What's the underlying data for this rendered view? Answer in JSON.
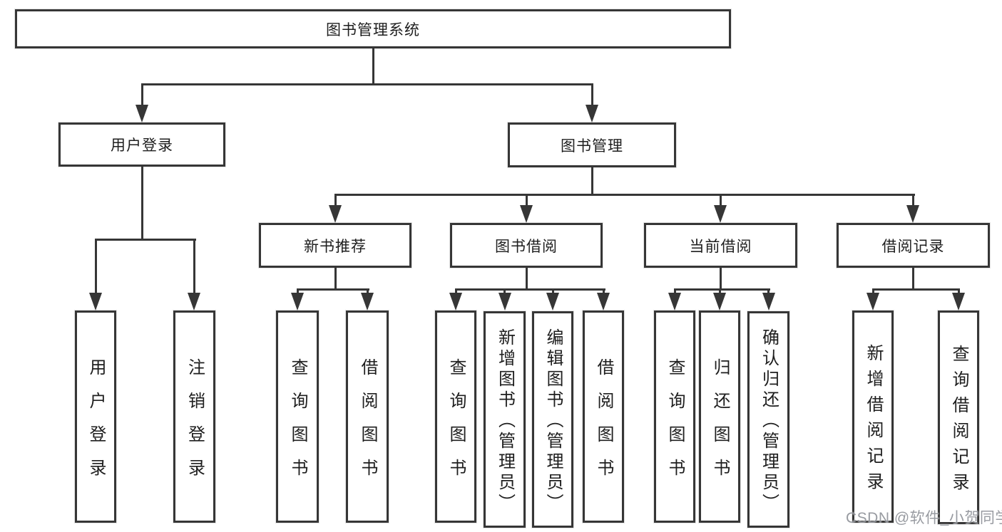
{
  "colors": {
    "background": "#ffffff",
    "line": "#363636",
    "box_border": "#363636",
    "text": "#1e1e1e",
    "watermark": "#868a90"
  },
  "watermark": {
    "text": "CSDN @软件_小贺同学"
  },
  "tree": {
    "root": {
      "label": "图书管理系统"
    },
    "branches": [
      {
        "label": "用户登录",
        "children": [
          {
            "label": "用户登录"
          },
          {
            "label": "注销登录"
          }
        ]
      },
      {
        "label": "图书管理",
        "children": [
          {
            "label": "新书推荐",
            "children": [
              {
                "label": "查询图书"
              },
              {
                "label": "借阅图书"
              }
            ]
          },
          {
            "label": "图书借阅",
            "children": [
              {
                "label": "查询图书"
              },
              {
                "label": "新增图书（管理员）"
              },
              {
                "label": "编辑图书（管理员）"
              },
              {
                "label": "借阅图书"
              }
            ]
          },
          {
            "label": "当前借阅",
            "children": [
              {
                "label": "查询图书"
              },
              {
                "label": "归还图书"
              },
              {
                "label": "确认归还（管理员）"
              }
            ]
          },
          {
            "label": "借阅记录",
            "children": [
              {
                "label": "新增借阅记录"
              },
              {
                "label": "查询借阅记录"
              }
            ]
          }
        ]
      }
    ]
  }
}
